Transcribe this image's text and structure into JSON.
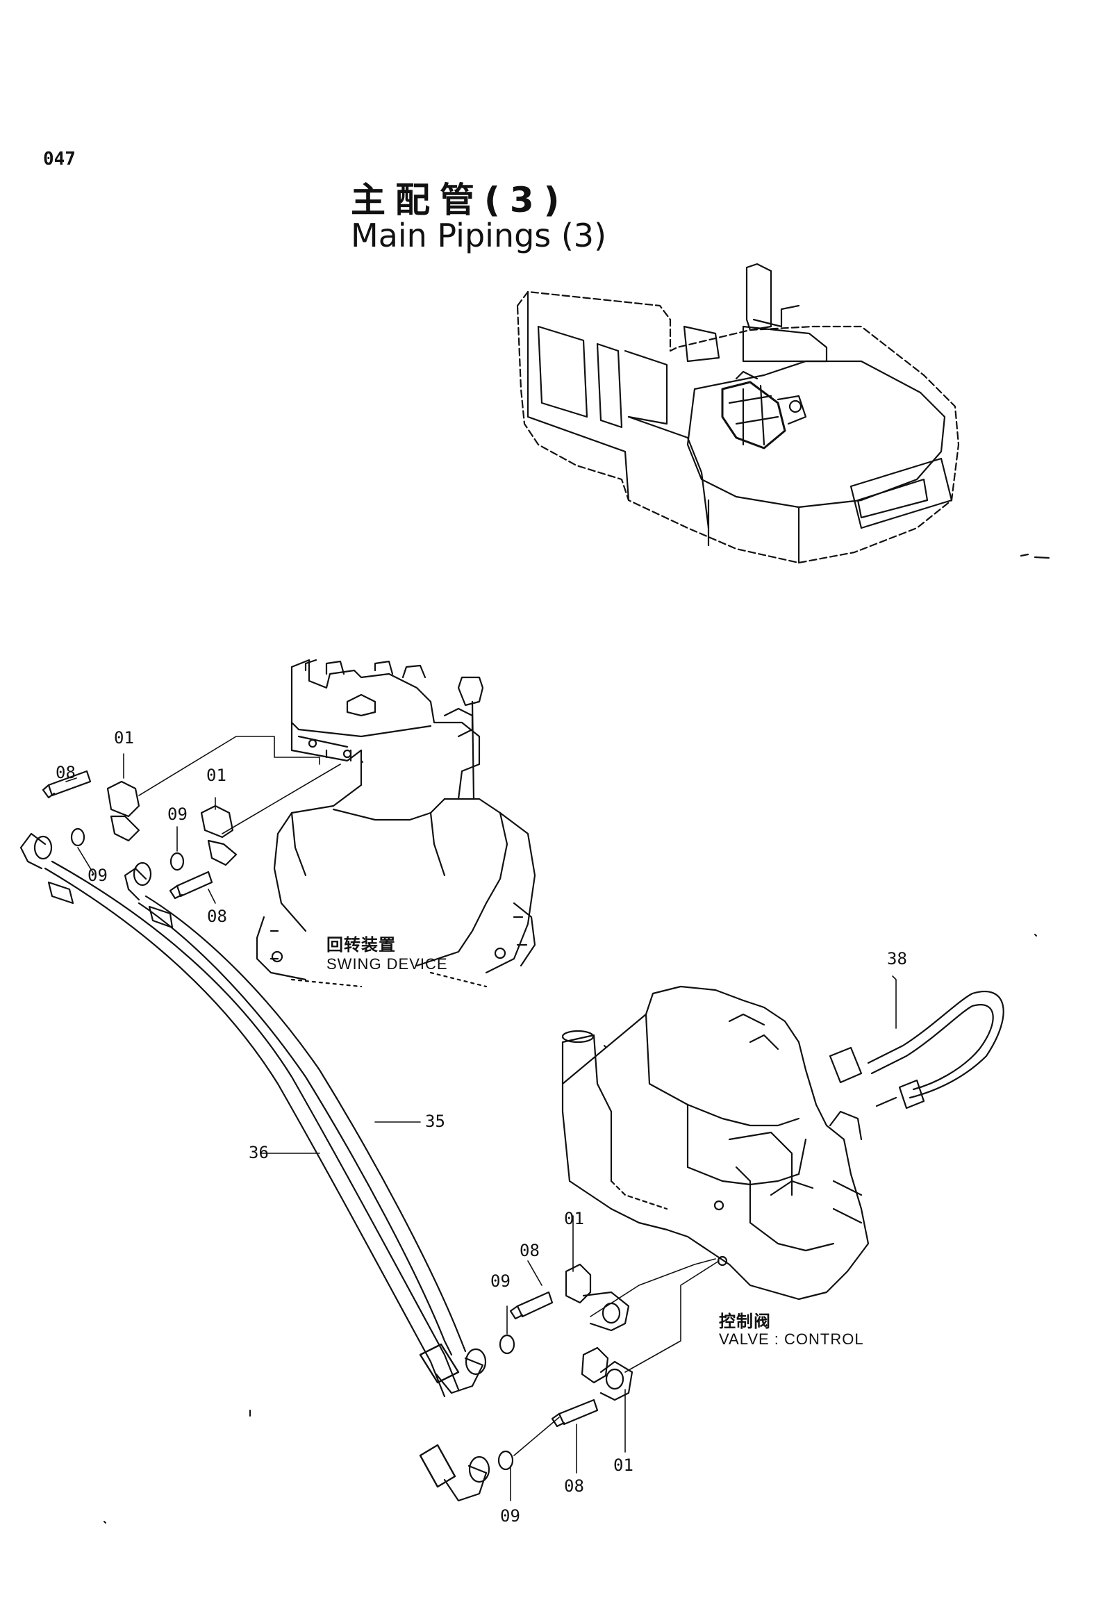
{
  "page": {
    "number": "047",
    "title_cn": "主配管(3)",
    "title_en": "Main Pipings (3)"
  },
  "labels": {
    "swing_device_cn": "回转装置",
    "swing_device_en": "SWING DEVICE",
    "control_valve_cn": "控制阀",
    "control_valve_en": "VALVE : CONTROL"
  },
  "callouts": {
    "top_flange_upper": "01",
    "top_bolt_upper": "08",
    "top_flange_lower": "01",
    "top_oring_a": "09",
    "top_oring_b": "09",
    "top_bolt_lower": "08",
    "hose_38": "38",
    "hose_35": "35",
    "hose_36": "36",
    "cv_flange_upper": "01",
    "cv_bolt_upper": "08",
    "cv_oring_upper": "09",
    "cv_flange_lower": "01",
    "cv_bolt_lower": "08",
    "cv_oring_lower": "09"
  },
  "colors": {
    "ink": "#111111",
    "paper": "#ffffff"
  }
}
